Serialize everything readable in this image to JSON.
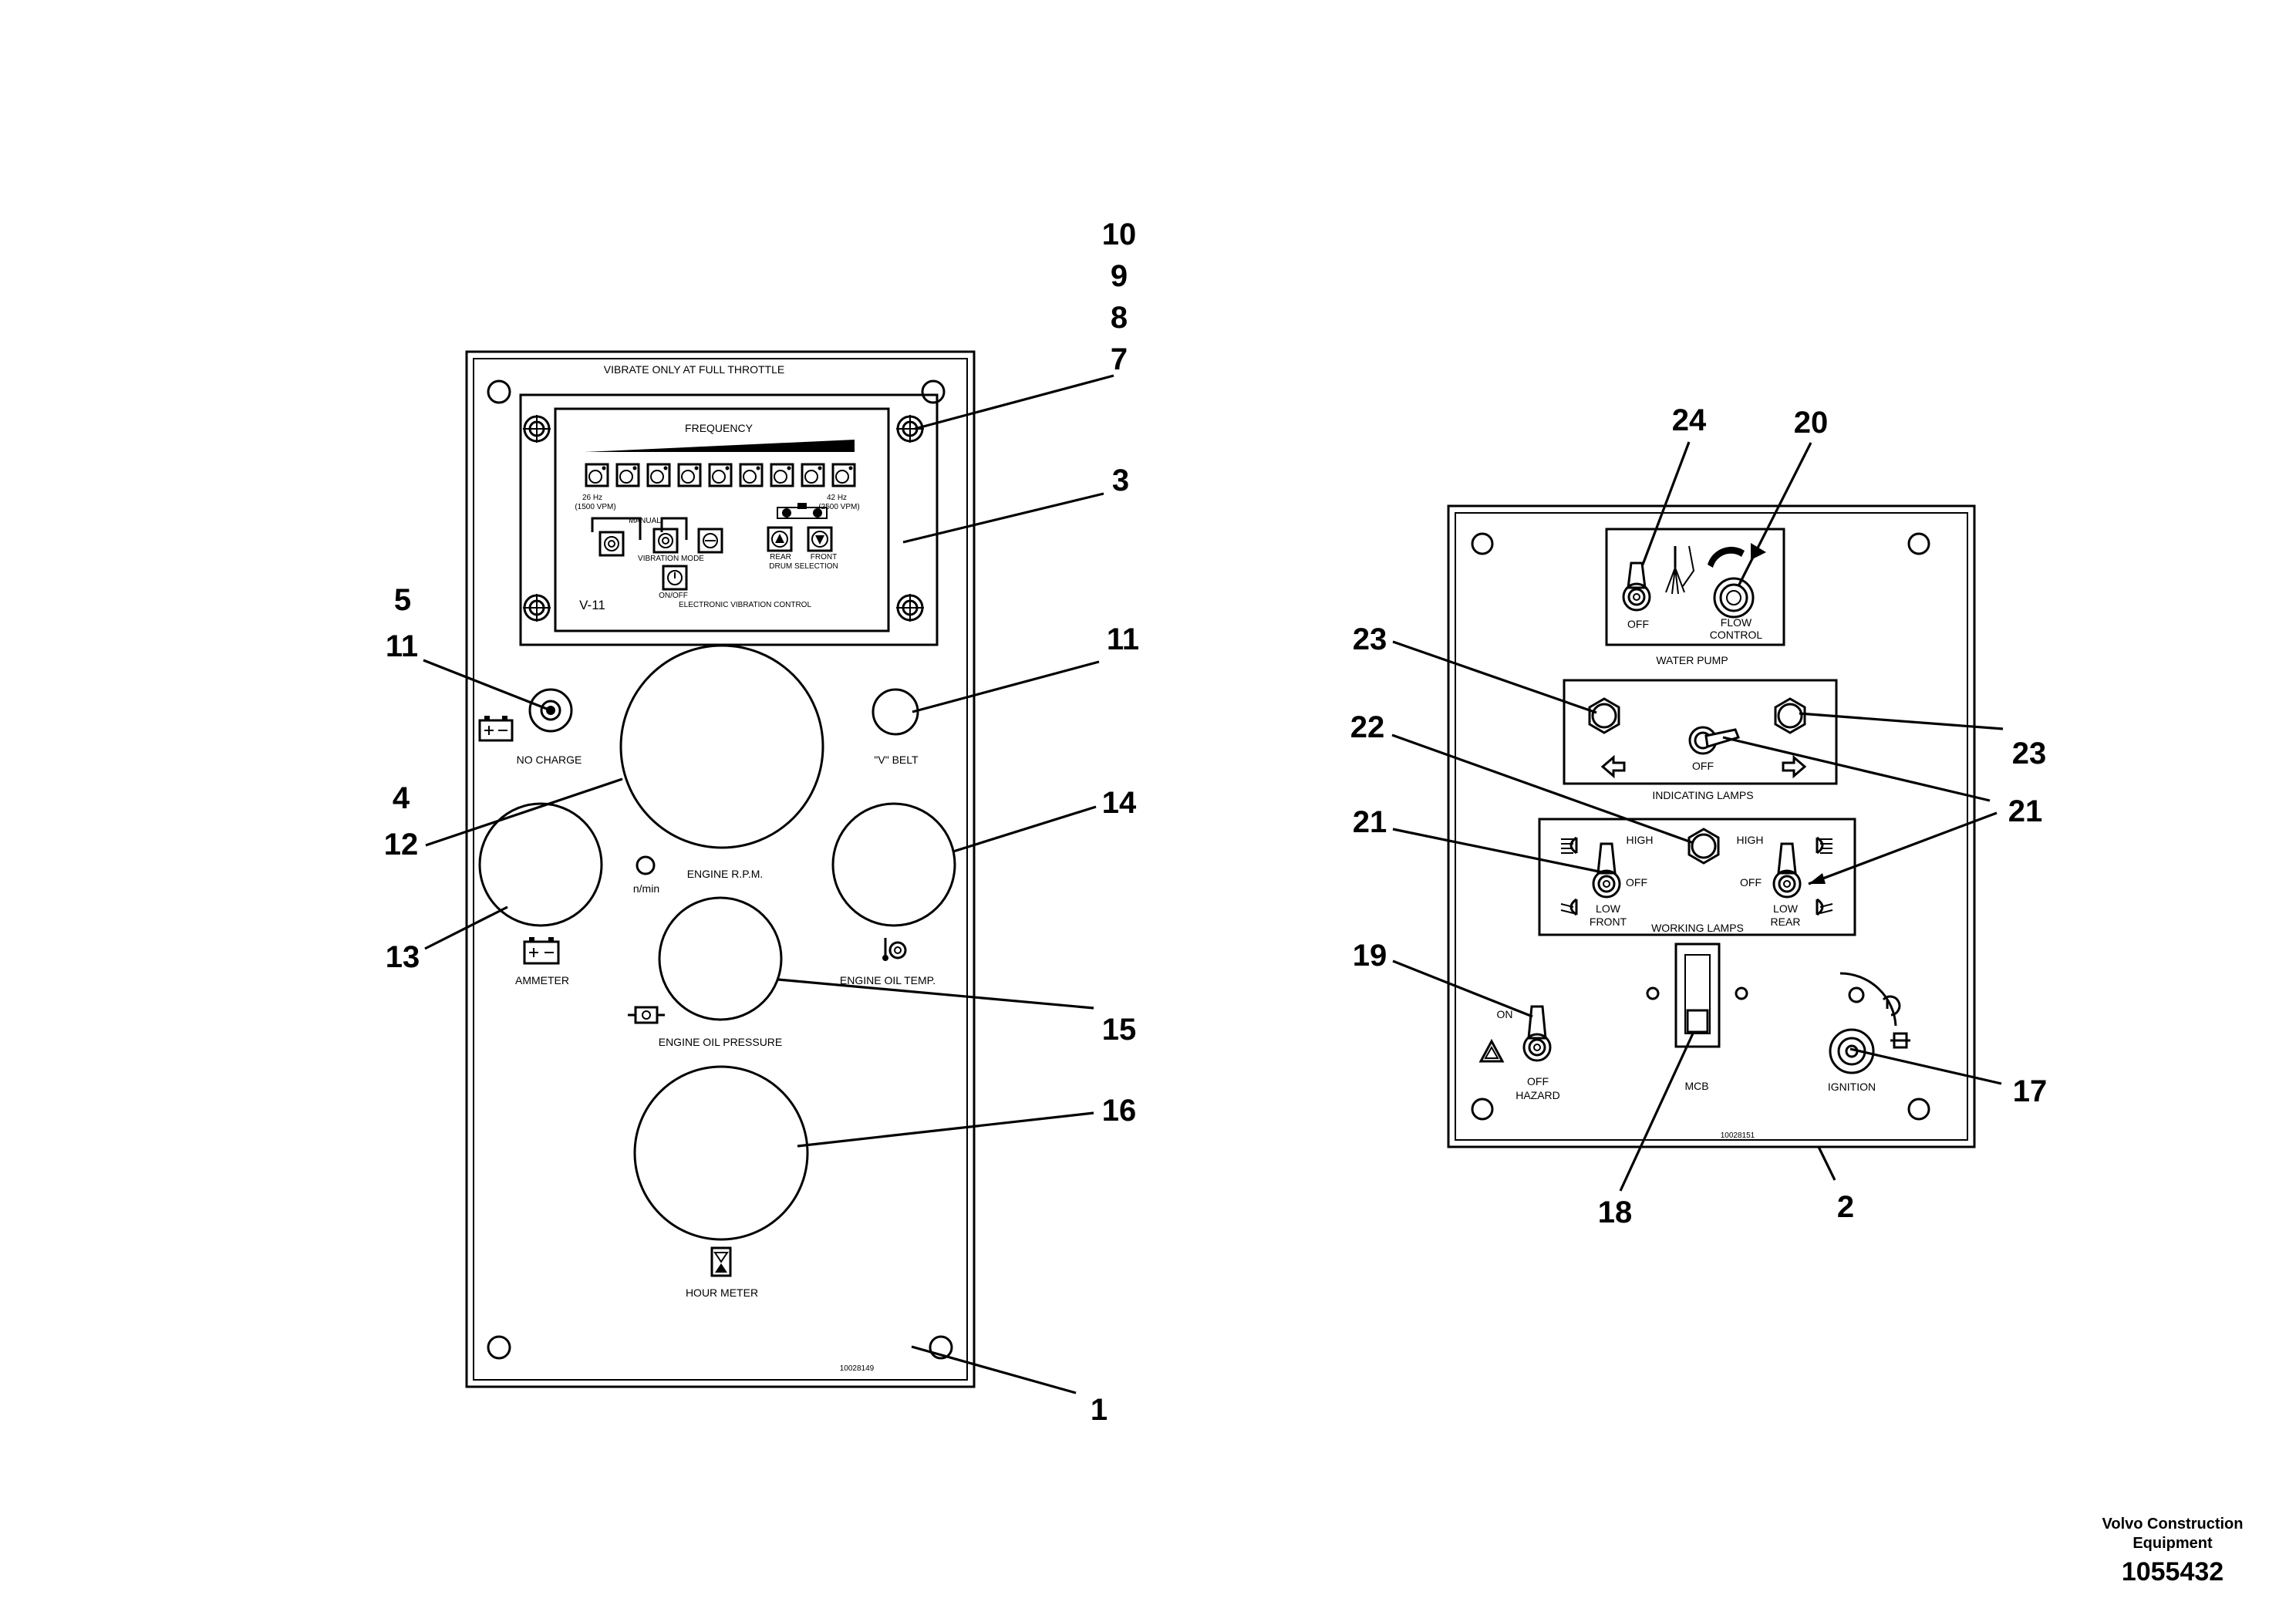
{
  "panel1": {
    "header": "VIBRATE ONLY AT FULL THROTTLE",
    "module": {
      "title": "FREQUENCY",
      "low_freq": "26 Hz",
      "low_vpm": "(1500 VPM)",
      "high_freq": "42 Hz",
      "high_vpm": "(2500 VPM)",
      "manual": "MANUAL",
      "vibration_mode": "VIBRATION MODE",
      "on_off": "ON/OFF",
      "rear": "REAR",
      "front": "FRONT",
      "drum_selection": "DRUM SELECTION",
      "model": "V-11",
      "name": "ELECTRONIC VIBRATION CONTROL"
    },
    "labels": {
      "no_charge": "NO CHARGE",
      "v_belt": "\"V\" BELT",
      "engine_rpm": "ENGINE R.P.M.",
      "rpm_unit": "n/min",
      "ammeter": "AMMETER",
      "engine_oil_temp": "ENGINE OIL TEMP.",
      "engine_oil_pressure": "ENGINE OIL PRESSURE",
      "hour_meter": "HOUR METER",
      "part_no": "10028149"
    }
  },
  "panel2": {
    "water_pump": {
      "off": "OFF",
      "flow": "FLOW",
      "control": "CONTROL",
      "title": "WATER PUMP"
    },
    "indicating": {
      "off": "OFF",
      "title": "INDICATING LAMPS"
    },
    "working": {
      "high_left": "HIGH",
      "high_right": "HIGH",
      "off_left": "OFF",
      "off_right": "OFF",
      "low_left": "LOW",
      "front": "FRONT",
      "low_right": "LOW",
      "rear": "REAR",
      "title": "WORKING LAMPS"
    },
    "hazard": {
      "on": "ON",
      "off": "OFF",
      "title": "HAZARD"
    },
    "mcb": "MCB",
    "ignition": "IGNITION",
    "part_no": "10028151"
  },
  "callouts": {
    "c10": "10",
    "c9": "9",
    "c8": "8",
    "c7": "7",
    "c3": "3",
    "c5": "5",
    "c11a": "11",
    "c11b": "11",
    "c4": "4",
    "c12": "12",
    "c14": "14",
    "c13": "13",
    "c15": "15",
    "c16": "16",
    "c1": "1",
    "c24": "24",
    "c20": "20",
    "c23a": "23",
    "c23b": "23",
    "c22": "22",
    "c21a": "21",
    "c21b": "21",
    "c19": "19",
    "c17": "17",
    "c18": "18",
    "c2": "2"
  },
  "footer": {
    "company_line1": "Volvo Construction",
    "company_line2": "Equipment",
    "doc_number": "1055432"
  }
}
